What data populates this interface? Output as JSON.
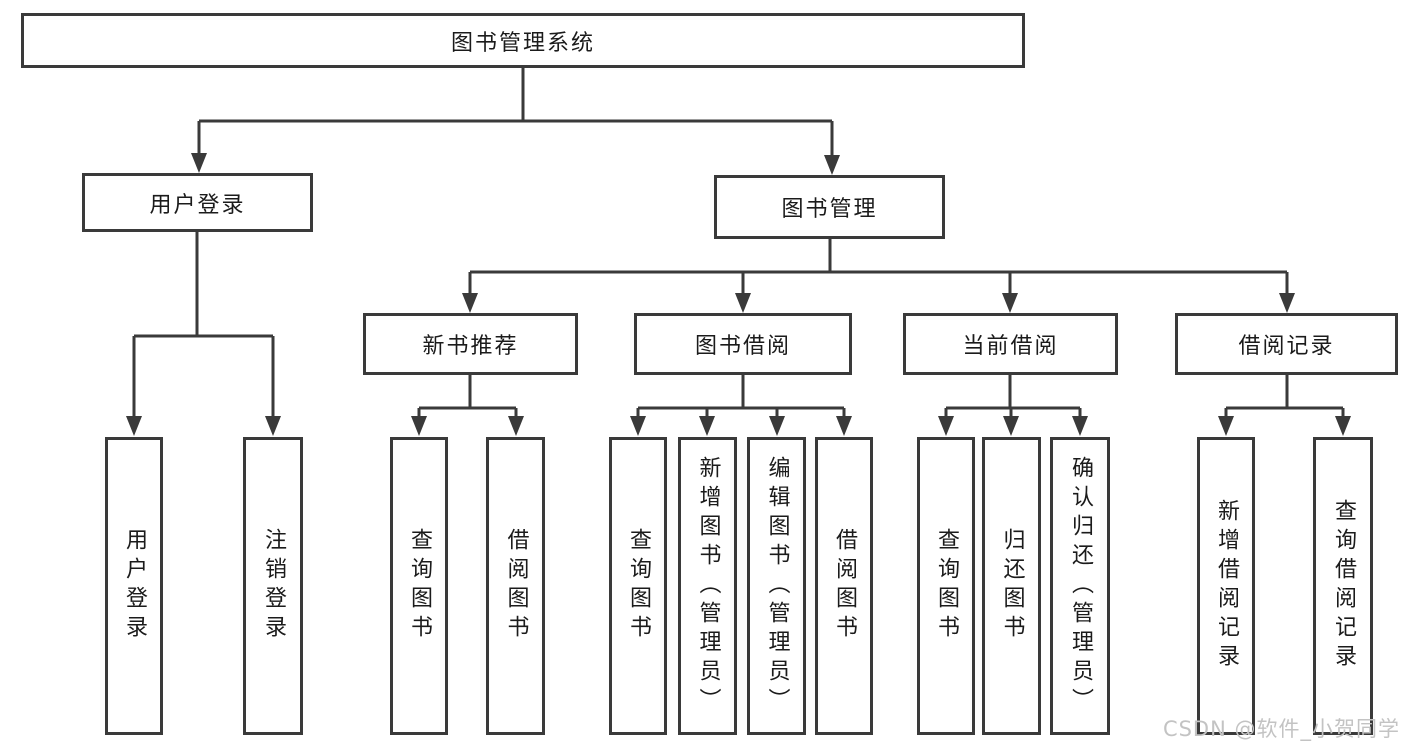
{
  "diagram": {
    "root": {
      "label": "图书管理系统"
    },
    "branches": [
      {
        "label": "用户登录",
        "children": [
          {
            "label": "用户登录"
          },
          {
            "label": "注销登录"
          }
        ]
      },
      {
        "label": "图书管理",
        "groups": [
          {
            "label": "新书推荐",
            "children": [
              {
                "label": "查询图书"
              },
              {
                "label": "借阅图书"
              }
            ]
          },
          {
            "label": "图书借阅",
            "children": [
              {
                "label": "查询图书"
              },
              {
                "label": "新增图书（管理员）"
              },
              {
                "label": "编辑图书（管理员）"
              },
              {
                "label": "借阅图书"
              }
            ]
          },
          {
            "label": "当前借阅",
            "children": [
              {
                "label": "查询图书"
              },
              {
                "label": "归还图书"
              },
              {
                "label": "确认归还（管理员）"
              }
            ]
          },
          {
            "label": "借阅记录",
            "children": [
              {
                "label": "新增借阅记录"
              },
              {
                "label": "查询借阅记录"
              }
            ]
          }
        ]
      }
    ]
  },
  "watermark": "CSDN @软件_小贺同学",
  "colors": {
    "line": "#3a3a3a",
    "text": "#1b1b1b",
    "background": "#ffffff",
    "watermark": "#c3c3c3"
  }
}
